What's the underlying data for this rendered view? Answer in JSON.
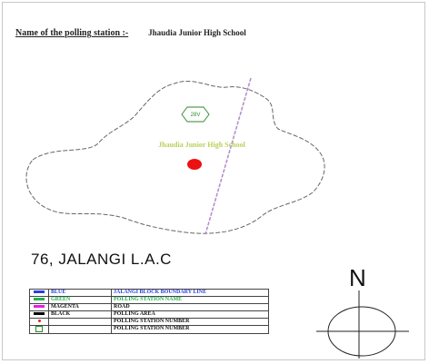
{
  "header": {
    "label": "Name of the polling station :-",
    "school": "Jhaudia Junior High School"
  },
  "map": {
    "station_number": "28V",
    "station_name": "Jhaudia Junior High School",
    "lac": "76, JALANGI L.A.C",
    "north": "N",
    "colors": {
      "boundary": "#666666",
      "road": "#b28ac9",
      "station_name": "#b8d05a",
      "hexagon": "#2a8a2a",
      "polling_dot": "#ee1111"
    }
  },
  "legend": [
    {
      "swatch": "#2a3fe0",
      "name": "BLUE",
      "name_color": "#2a3fe0",
      "desc": "JALANGI BLOCK BOUNDARY LINE",
      "desc_color": "#2a3fe0"
    },
    {
      "swatch": "#22b14c",
      "name": "GREEN",
      "name_color": "#22b14c",
      "desc": "POLLING STATION NAME",
      "desc_color": "#22b14c"
    },
    {
      "swatch": "#e61ee6",
      "name": "MAGENTA",
      "name_color": "#111111",
      "desc": "ROAD",
      "desc_color": "#111111"
    },
    {
      "swatch": "#000000",
      "name": "BLACK",
      "name_color": "#111111",
      "desc": "POLLING AREA",
      "desc_color": "#111111"
    },
    {
      "swatch": "#e02020",
      "name": "",
      "name_color": "#111111",
      "desc": "POLLING STATION NUMBER",
      "desc_color": "#111111"
    },
    {
      "swatch": "#2a8a2a",
      "name": "",
      "name_color": "#111111",
      "desc": "POLLING STATION NUMBER",
      "desc_color": "#111111"
    }
  ]
}
